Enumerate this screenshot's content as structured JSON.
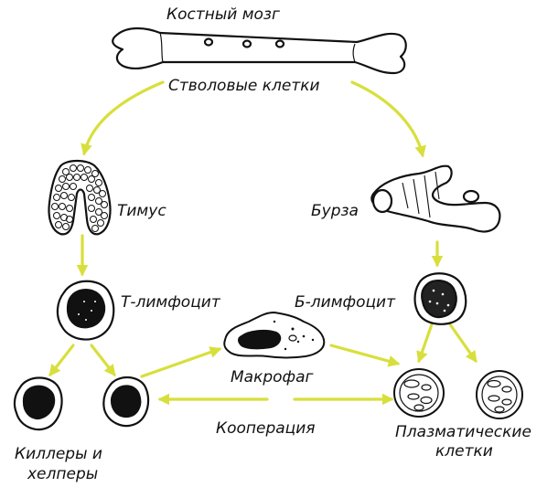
{
  "colors": {
    "arrow": "#d8df3c",
    "ink": "#111111",
    "paper": "#ffffff"
  },
  "labels": {
    "bone_marrow": "Костный мозг",
    "stem_cells": "Стволовые клетки",
    "thymus": "Тимус",
    "bursa": "Бурза",
    "t_lymphocyte": "Т-лимфоцит",
    "b_lymphocyte": "Б-лимфоцит",
    "macrophage": "Макрофаг",
    "cooperation": "Кооперация",
    "killers_line1": "Киллеры и",
    "killers_line2": "хелперы",
    "plasma_line1": "Плазматические",
    "plasma_line2": "клетки"
  },
  "icons": [
    "bone-icon",
    "thymus-icon",
    "bursa-icon",
    "t-lymphocyte-cell-icon",
    "b-lymphocyte-cell-icon",
    "macrophage-cell-icon",
    "killer-cell-icon",
    "helper-cell-icon",
    "plasma-cell-icon"
  ]
}
